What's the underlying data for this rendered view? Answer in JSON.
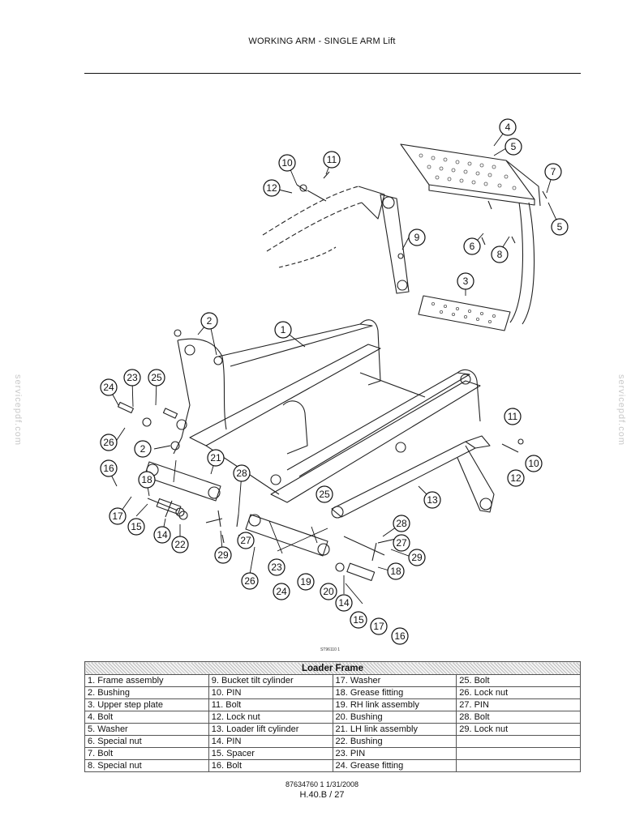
{
  "header": {
    "title": "WORKING ARM - SINGLE ARM Lift"
  },
  "watermark": "servicepdf.com",
  "figure": {
    "id": "ST96110   1",
    "callouts": [
      {
        "n": "1"
      },
      {
        "n": "2"
      },
      {
        "n": "2"
      },
      {
        "n": "3"
      },
      {
        "n": "4"
      },
      {
        "n": "5"
      },
      {
        "n": "5"
      },
      {
        "n": "6"
      },
      {
        "n": "7"
      },
      {
        "n": "8"
      },
      {
        "n": "9"
      },
      {
        "n": "10"
      },
      {
        "n": "10"
      },
      {
        "n": "11"
      },
      {
        "n": "11"
      },
      {
        "n": "12"
      },
      {
        "n": "12"
      },
      {
        "n": "13"
      },
      {
        "n": "14"
      },
      {
        "n": "14"
      },
      {
        "n": "15"
      },
      {
        "n": "15"
      },
      {
        "n": "16"
      },
      {
        "n": "16"
      },
      {
        "n": "17"
      },
      {
        "n": "17"
      },
      {
        "n": "18"
      },
      {
        "n": "18"
      },
      {
        "n": "19"
      },
      {
        "n": "20"
      },
      {
        "n": "21"
      },
      {
        "n": "22"
      },
      {
        "n": "23"
      },
      {
        "n": "23"
      },
      {
        "n": "24"
      },
      {
        "n": "24"
      },
      {
        "n": "25"
      },
      {
        "n": "25"
      },
      {
        "n": "26"
      },
      {
        "n": "26"
      },
      {
        "n": "27"
      },
      {
        "n": "27"
      },
      {
        "n": "28"
      },
      {
        "n": "28"
      },
      {
        "n": "29"
      },
      {
        "n": "29"
      }
    ]
  },
  "table": {
    "title": "Loader Frame",
    "rows": [
      [
        "1. Frame assembly",
        "9. Bucket tilt cylinder",
        "17. Washer",
        "25. Bolt"
      ],
      [
        "2. Bushing",
        "10. PIN",
        "18. Grease fitting",
        "26. Lock nut"
      ],
      [
        "3. Upper step plate",
        "11. Bolt",
        "19. RH link assembly",
        "27. PIN"
      ],
      [
        "4. Bolt",
        "12. Lock nut",
        "20. Bushing",
        "28. Bolt"
      ],
      [
        "5. Washer",
        "13. Loader lift cylinder",
        "21. LH link assembly",
        "29. Lock nut"
      ],
      [
        "6. Special nut",
        "14. PIN",
        "22. Bushing",
        ""
      ],
      [
        "7. Bolt",
        "15. Spacer",
        "23. PIN",
        ""
      ],
      [
        "8. Special nut",
        "16. Bolt",
        "24. Grease fitting",
        ""
      ]
    ]
  },
  "footer": {
    "doc_ref": "87634760 1 1/31/2008",
    "page": "H.40.B / 27"
  }
}
